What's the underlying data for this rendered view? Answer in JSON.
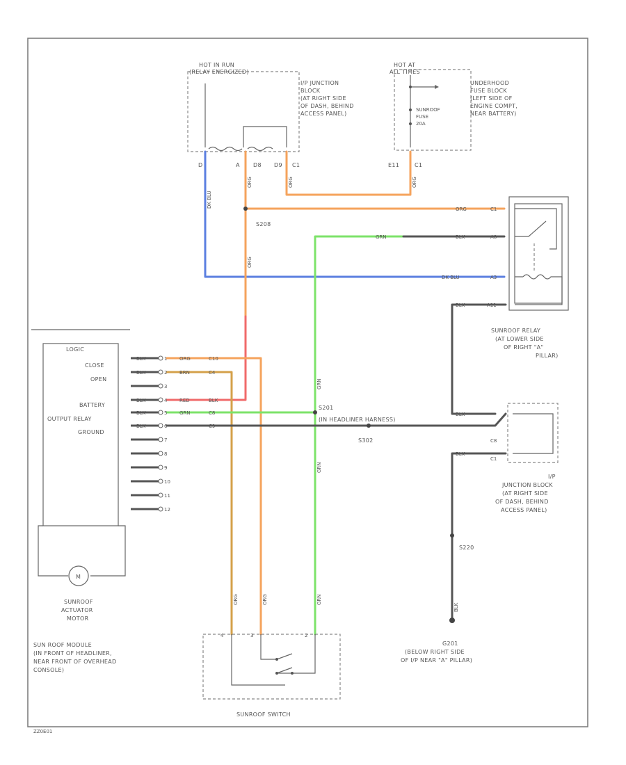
{
  "colors": {
    "orange": "#f5a35c",
    "blue": "#5b7fe0",
    "green": "#7de36a",
    "red": "#f06a6a",
    "black": "#555555",
    "tan": "#d4a04a"
  },
  "labels": {
    "hot_in_run": "HOT IN RUN",
    "relay_energized": "(RELAY ENERGIZED)",
    "hot_at_all_times": "HOT AT",
    "all_times": "ALL TIMES",
    "ip_junction_block_1": "I/P JUNCTION",
    "ip_junction_block_2": "BLOCK",
    "ip_junction_block_3": "(AT RIGHT SIDE",
    "ip_junction_block_4": "OF DASH, BEHIND",
    "ip_junction_block_5": "ACCESS PANEL)",
    "underhood_1": "UNDERHOOD",
    "underhood_2": "FUSE BLOCK",
    "underhood_3": "(LEFT SIDE OF",
    "underhood_4": "ENGINE COMPT,",
    "underhood_5": "NEAR BATTERY)",
    "sunroof_fuse_1": "SUNROOF",
    "sunroof_fuse_2": "FUSE",
    "sunroof_fuse_3": "20A",
    "pin_d": "D",
    "pin_a": "A",
    "pin_d8": "D8",
    "pin_d9": "D9",
    "pin_c1a": "C1",
    "pin_e11": "E11",
    "pin_c1b": "C1",
    "wire_dk_blu_v": "DK BLU",
    "wire_org_v1": "ORG",
    "wire_org_v2": "ORG",
    "wire_org_v3": "ORG",
    "wire_org_v4": "ORG",
    "wire_org_h": "ORG",
    "wire_grn_h": "GRN",
    "wire_blk_h": "BLK",
    "wire_dk_blu_h": "DK BLU",
    "wire_blk_relay": "BLK",
    "s208": "S208",
    "relay_c1a": "C1",
    "relay_a8": "A8",
    "relay_a3": "A3",
    "relay_a11": "A11",
    "sunroof_relay_1": "SUNROOF RELAY",
    "sunroof_relay_2": "(AT LOWER SIDE",
    "sunroof_relay_3": "OF RIGHT \"A\"",
    "sunroof_relay_4": "PILLAR)",
    "logic": "LOGIC",
    "close": "CLOSE",
    "open": "OPEN",
    "battery": "BATTERY",
    "output_relay": "OUTPUT RELAY",
    "ground": "GROUND",
    "pins": [
      "1",
      "2",
      "3",
      "4",
      "5",
      "6",
      "7",
      "8",
      "9",
      "10",
      "11",
      "12"
    ],
    "m_blk1": "BLK",
    "m_org": "ORG",
    "m_c10": "C10",
    "m_blk2": "BLK",
    "m_brn": "BRN",
    "m_c4": "C4",
    "m_blk3": "BLK",
    "m_red": "RED",
    "m_blk4": "BLK",
    "m_blk5": "BLK",
    "m_grn": "GRN",
    "m_c8": "C8",
    "m_blk6": "BLK",
    "m_c9": "C9",
    "s201": "S201",
    "headliner_harness": "(IN HEADLINER HARNESS)",
    "s302": "S302",
    "grn_v1": "GRN",
    "grn_v2": "GRN",
    "grn_v3": "GRN",
    "rdr_c8": "C8",
    "rdr_c1": "C1",
    "blk_r1": "BLK",
    "blk_r2": "BLK",
    "ip_jb2_1": "I/P",
    "ip_jb2_2": "JUNCTION BLOCK",
    "ip_jb2_3": "(AT RIGHT SIDE",
    "ip_jb2_4": "OF DASH, BEHIND",
    "ip_jb2_5": "ACCESS PANEL)",
    "s220": "S220",
    "blk_g": "BLK",
    "g201_1": "G201",
    "g201_2": "(BELOW RIGHT SIDE",
    "g201_3": "OF I/P NEAR \"A\" PILLAR)",
    "sunroof_actuator_1": "SUNROOF",
    "sunroof_actuator_2": "ACTUATOR",
    "sunroof_actuator_3": "MOTOR",
    "sunroof_module_1": "SUN ROOF MODULE",
    "sunroof_module_2": "(IN FRONT OF HEADLINER,",
    "sunroof_module_3": "NEAR FRONT OF OVERHEAD",
    "sunroof_module_4": "CONSOLE)",
    "sunroof_switch": "SUNROOF SWITCH",
    "sw_org1": "ORG",
    "sw_org2": "ORG",
    "sw_grn": "GRN",
    "sw_4": "4",
    "sw_3": "3",
    "sw_2": "2",
    "footer_code": "ZZ0E01"
  }
}
